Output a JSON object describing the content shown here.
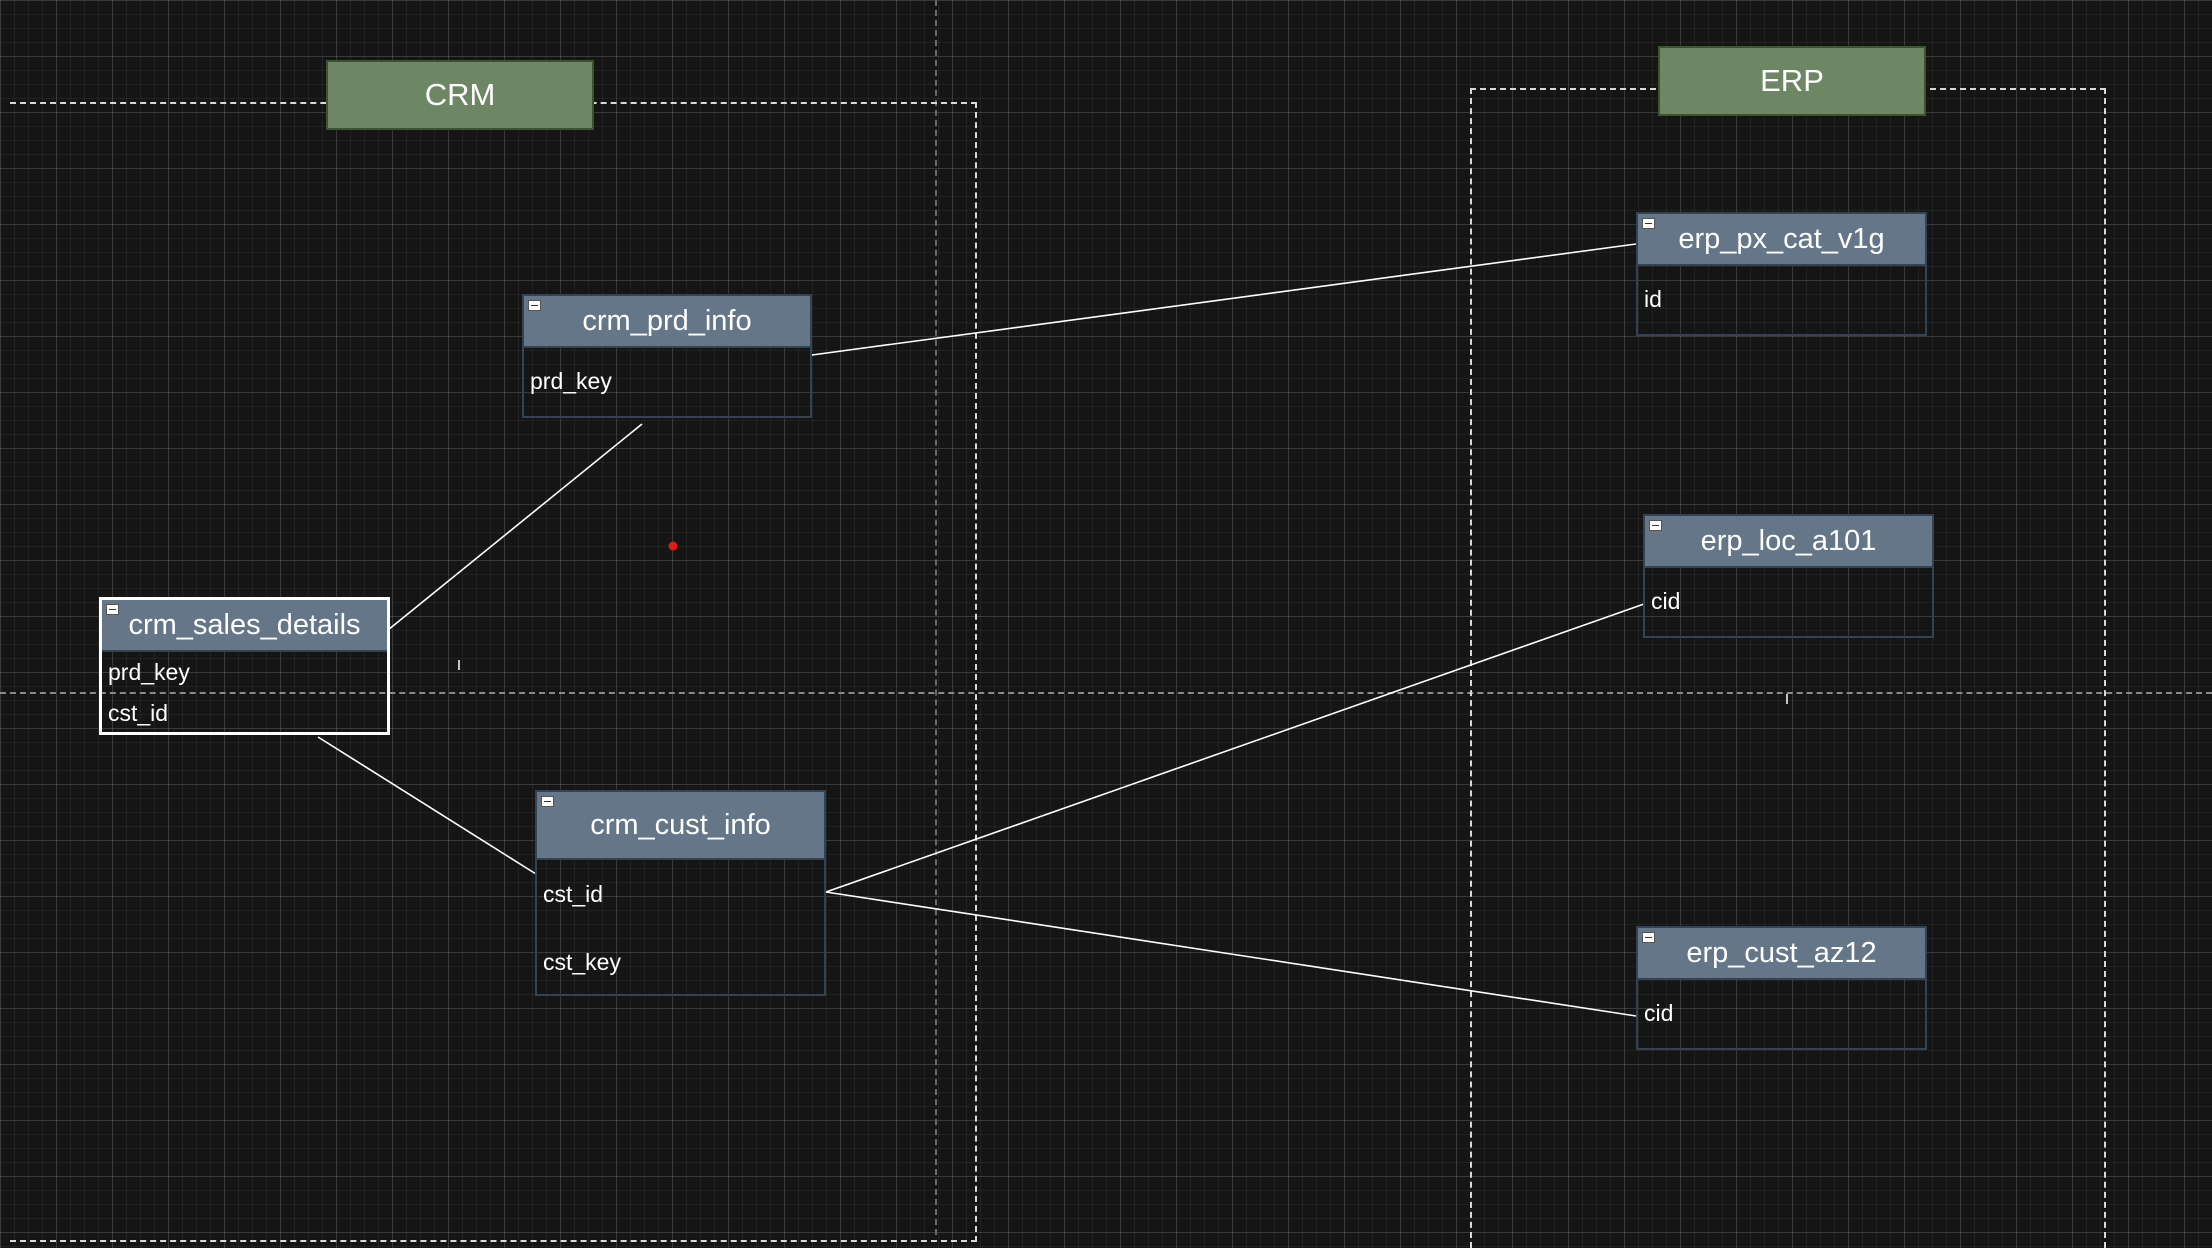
{
  "groups": {
    "crm": {
      "label": "CRM"
    },
    "erp": {
      "label": "ERP"
    }
  },
  "tables": {
    "crm_prd_info": {
      "title": "crm_prd_info",
      "fields": [
        "prd_key"
      ]
    },
    "crm_sales_details": {
      "title": "crm_sales_details",
      "fields": [
        "prd_key",
        "cst_id"
      ]
    },
    "crm_cust_info": {
      "title": "crm_cust_info",
      "fields": [
        "cst_id",
        "cst_key"
      ]
    },
    "erp_px_cat_v1g": {
      "title": "erp_px_cat_v1g",
      "fields": [
        "id"
      ]
    },
    "erp_loc_a101": {
      "title": "erp_loc_a101",
      "fields": [
        "cid"
      ]
    },
    "erp_cust_az12": {
      "title": "erp_cust_az12",
      "fields": [
        "cid"
      ]
    }
  },
  "relationships": [
    {
      "from": "crm_sales_details.prd_key",
      "to": "crm_prd_info.prd_key"
    },
    {
      "from": "crm_sales_details.cst_id",
      "to": "crm_cust_info.cst_id"
    },
    {
      "from": "crm_prd_info.prd_key",
      "to": "erp_px_cat_v1g.id"
    },
    {
      "from": "crm_cust_info.cst_id",
      "to": "erp_loc_a101.cid"
    },
    {
      "from": "crm_cust_info.cst_id",
      "to": "erp_cust_az12.cid"
    }
  ],
  "colors": {
    "canvas": "#151515",
    "group_label_fill": "#6d8764",
    "table_header_fill": "#647687",
    "table_border": "#314354",
    "connector": "#ffffff",
    "marker_dot": "#e0191b"
  }
}
